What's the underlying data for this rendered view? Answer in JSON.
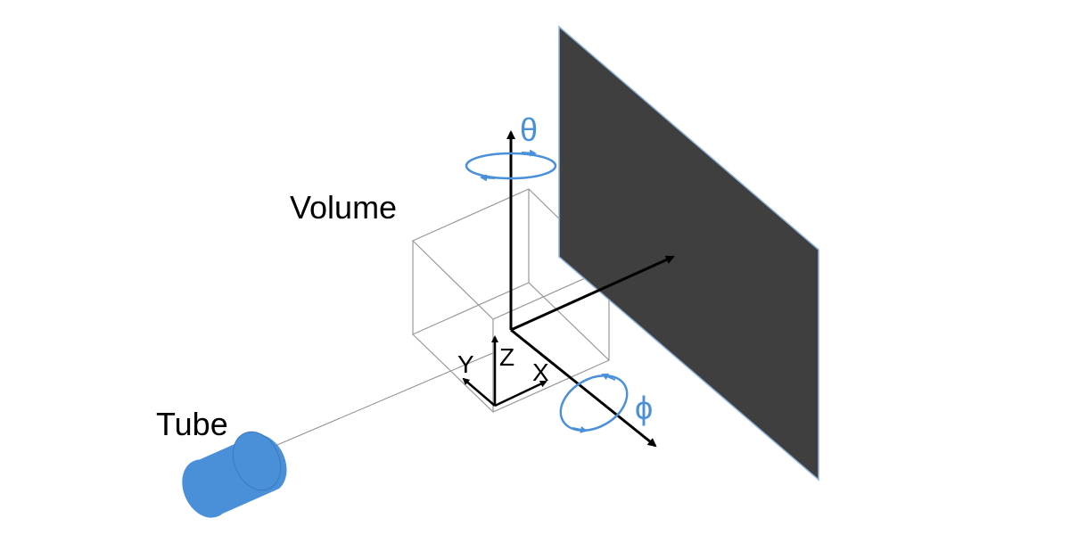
{
  "labels": {
    "volume": "Volume",
    "tube": "Tube",
    "theta": "θ",
    "phi": "ϕ",
    "axis_y": "Y",
    "axis_z": "Z",
    "axis_x": "X"
  },
  "colors": {
    "accent_blue": "#4A90D9",
    "detector_fill": "#3f3f3f",
    "detector_edge": "#8fb3da",
    "arrow": "#000000",
    "box_stroke": "#9a9a9a",
    "beam": "#8a8a8a"
  }
}
